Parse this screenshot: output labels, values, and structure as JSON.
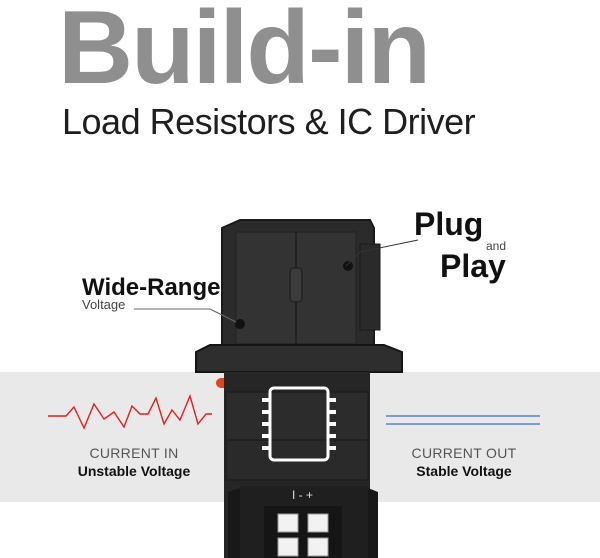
{
  "header": {
    "title": "Build-in",
    "subtitle": "Load Resistors & IC Driver"
  },
  "callouts": {
    "plug_line1": "Plug",
    "plug_and": "and",
    "plug_line2": "Play",
    "wide_range": "Wide-Range",
    "voltage": "Voltage"
  },
  "current_in": {
    "label": "CURRENT IN",
    "sub": "Unstable Voltage",
    "line_color": "#e02020"
  },
  "current_out": {
    "label": "CURRENT OUT",
    "sub": "Stable Voltage",
    "line_color": "#5a7fd6"
  },
  "bulb": {
    "pin_label": "I - +",
    "oring_color": "#e0461e"
  }
}
